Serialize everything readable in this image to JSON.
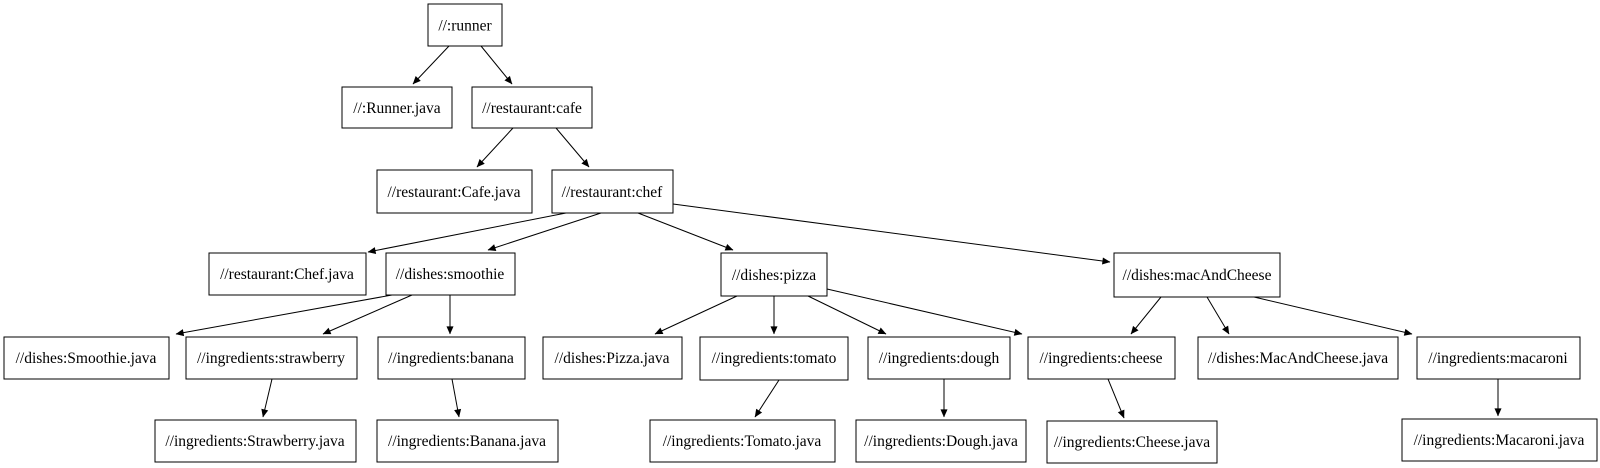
{
  "diagram": {
    "type": "dependency-graph",
    "background_color": "#ffffff",
    "node_fill": "#ffffff",
    "node_border_color": "#000000",
    "edge_color": "#000000",
    "text_color": "#000000",
    "nodes": {
      "runner": {
        "label": "//:runner"
      },
      "runner_java": {
        "label": "//:Runner.java"
      },
      "cafe": {
        "label": "//restaurant:cafe"
      },
      "cafe_java": {
        "label": "//restaurant:Cafe.java"
      },
      "chef": {
        "label": "//restaurant:chef"
      },
      "chef_java": {
        "label": "//restaurant:Chef.java"
      },
      "smoothie": {
        "label": "//dishes:smoothie"
      },
      "pizza": {
        "label": "//dishes:pizza"
      },
      "mac_and_cheese": {
        "label": "//dishes:macAndCheese"
      },
      "smoothie_java": {
        "label": "//dishes:Smoothie.java"
      },
      "strawberry": {
        "label": "//ingredients:strawberry"
      },
      "banana": {
        "label": "//ingredients:banana"
      },
      "pizza_java": {
        "label": "//dishes:Pizza.java"
      },
      "tomato": {
        "label": "//ingredients:tomato"
      },
      "dough": {
        "label": "//ingredients:dough"
      },
      "cheese": {
        "label": "//ingredients:cheese"
      },
      "mac_and_cheese_java": {
        "label": "//dishes:MacAndCheese.java"
      },
      "macaroni": {
        "label": "//ingredients:macaroni"
      },
      "strawberry_java": {
        "label": "//ingredients:Strawberry.java"
      },
      "banana_java": {
        "label": "//ingredients:Banana.java"
      },
      "tomato_java": {
        "label": "//ingredients:Tomato.java"
      },
      "dough_java": {
        "label": "//ingredients:Dough.java"
      },
      "cheese_java": {
        "label": "//ingredients:Cheese.java"
      },
      "macaroni_java": {
        "label": "//ingredients:Macaroni.java"
      }
    },
    "edges": [
      {
        "from": "runner",
        "to": "runner_java"
      },
      {
        "from": "runner",
        "to": "cafe"
      },
      {
        "from": "cafe",
        "to": "cafe_java"
      },
      {
        "from": "cafe",
        "to": "chef"
      },
      {
        "from": "chef",
        "to": "chef_java"
      },
      {
        "from": "chef",
        "to": "smoothie"
      },
      {
        "from": "chef",
        "to": "pizza"
      },
      {
        "from": "chef",
        "to": "mac_and_cheese"
      },
      {
        "from": "smoothie",
        "to": "smoothie_java"
      },
      {
        "from": "smoothie",
        "to": "strawberry"
      },
      {
        "from": "smoothie",
        "to": "banana"
      },
      {
        "from": "strawberry",
        "to": "strawberry_java"
      },
      {
        "from": "banana",
        "to": "banana_java"
      },
      {
        "from": "pizza",
        "to": "pizza_java"
      },
      {
        "from": "pizza",
        "to": "tomato"
      },
      {
        "from": "pizza",
        "to": "dough"
      },
      {
        "from": "pizza",
        "to": "cheese"
      },
      {
        "from": "tomato",
        "to": "tomato_java"
      },
      {
        "from": "dough",
        "to": "dough_java"
      },
      {
        "from": "cheese",
        "to": "cheese_java"
      },
      {
        "from": "mac_and_cheese",
        "to": "cheese"
      },
      {
        "from": "mac_and_cheese",
        "to": "mac_and_cheese_java"
      },
      {
        "from": "mac_and_cheese",
        "to": "macaroni"
      },
      {
        "from": "macaroni",
        "to": "macaroni_java"
      }
    ]
  }
}
